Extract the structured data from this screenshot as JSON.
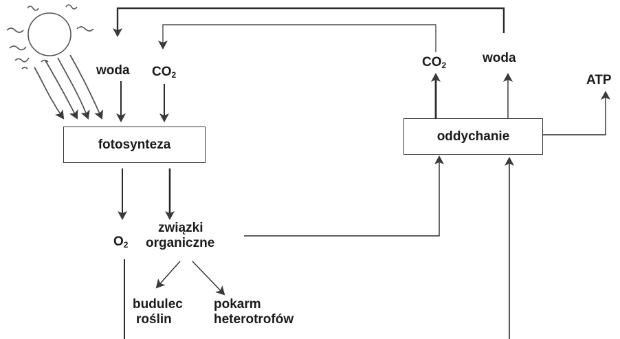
{
  "processes": {
    "photosynthesis": "fotosynteza",
    "respiration": "oddychanie"
  },
  "inputs_photosynthesis": {
    "water": "woda",
    "co2_base": "CO",
    "co2_sub": "2"
  },
  "outputs_photosynthesis": {
    "oxygen_base": "O",
    "oxygen_sub": "2",
    "organic_line1": "związki",
    "organic_line2": "organiczne"
  },
  "organic_uses": {
    "building_line1": "budulec",
    "building_line2": "roślin",
    "food_line1": "pokarm",
    "food_line2": "heterotrofów"
  },
  "outputs_respiration": {
    "co2_base": "CO",
    "co2_sub": "2",
    "water": "woda",
    "energy": "ATP"
  },
  "colors": {
    "line": "#2b2b2b",
    "box_border": "#333333",
    "text": "#1a1a1a"
  },
  "icons": [
    "sun-icon"
  ]
}
